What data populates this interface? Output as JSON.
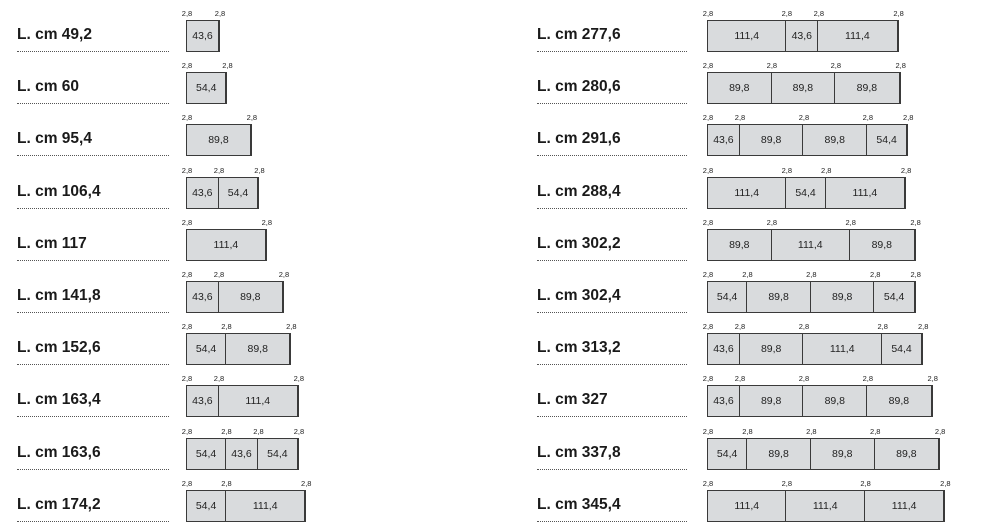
{
  "frame_label": "2,8",
  "columns": [
    {
      "rows": [
        {
          "label": "L. cm 49,2",
          "modules": [
            "43,6"
          ]
        },
        {
          "label": "L. cm 60",
          "modules": [
            "54,4"
          ]
        },
        {
          "label": "L. cm 95,4",
          "modules": [
            "89,8"
          ]
        },
        {
          "label": "L. cm 106,4",
          "modules": [
            "43,6",
            "54,4"
          ]
        },
        {
          "label": "L. cm 117",
          "modules": [
            "111,4"
          ]
        },
        {
          "label": "L. cm 141,8",
          "modules": [
            "43,6",
            "89,8"
          ]
        },
        {
          "label": "L. cm 152,6",
          "modules": [
            "54,4",
            "89,8"
          ]
        },
        {
          "label": "L. cm 163,4",
          "modules": [
            "43,6",
            "111,4"
          ]
        },
        {
          "label": "L. cm 163,6",
          "modules": [
            "54,4",
            "43,6",
            "54,4"
          ]
        },
        {
          "label": "L. cm 174,2",
          "modules": [
            "54,4",
            "111,4"
          ]
        }
      ]
    },
    {
      "rows": [
        {
          "label": "L. cm 277,6",
          "modules": [
            "111,4",
            "43,6",
            "111,4"
          ]
        },
        {
          "label": "L. cm 280,6",
          "modules": [
            "89,8",
            "89,8",
            "89,8"
          ]
        },
        {
          "label": "L. cm 291,6",
          "modules": [
            "43,6",
            "89,8",
            "89,8",
            "54,4"
          ]
        },
        {
          "label": "L. cm 288,4",
          "modules": [
            "111,4",
            "54,4",
            "111,4"
          ]
        },
        {
          "label": "L. cm 302,2",
          "modules": [
            "89,8",
            "111,4",
            "89,8"
          ]
        },
        {
          "label": "L. cm 302,4",
          "modules": [
            "54,4",
            "89,8",
            "89,8",
            "54,4"
          ]
        },
        {
          "label": "L. cm 313,2",
          "modules": [
            "43,6",
            "89,8",
            "111,4",
            "54,4"
          ]
        },
        {
          "label": "L. cm 327",
          "modules": [
            "43,6",
            "89,8",
            "89,8",
            "89,8"
          ]
        },
        {
          "label": "L. cm 337,8",
          "modules": [
            "54,4",
            "89,8",
            "89,8",
            "89,8"
          ]
        },
        {
          "label": "L. cm 345,4",
          "modules": [
            "111,4",
            "111,4",
            "111,4"
          ]
        }
      ]
    }
  ]
}
